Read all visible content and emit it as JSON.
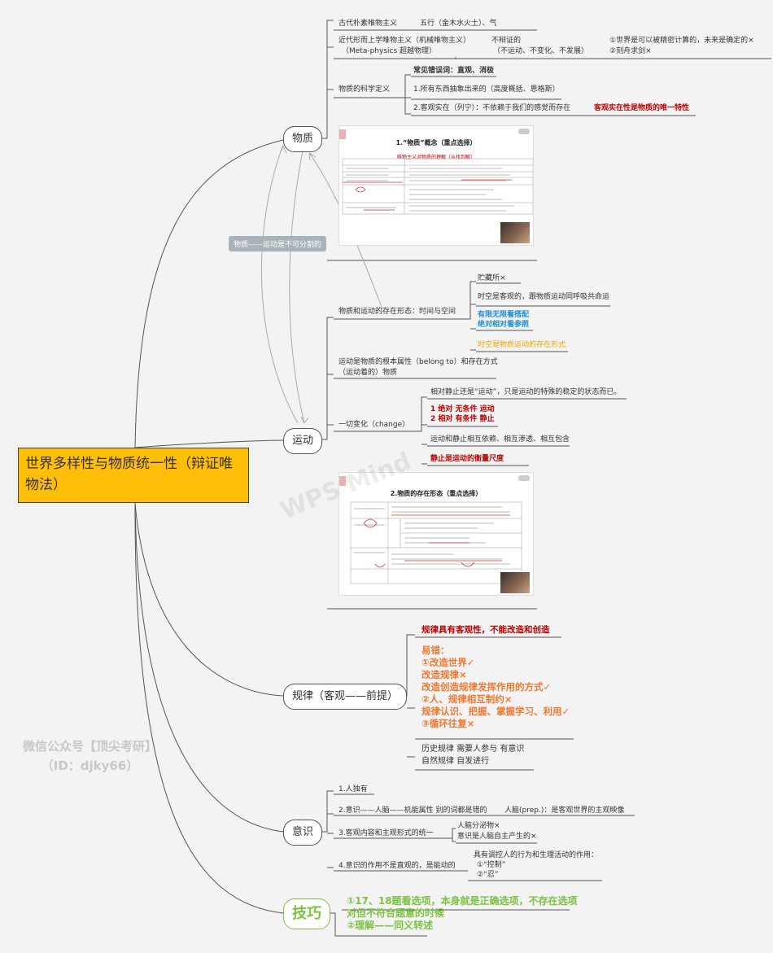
{
  "root": {
    "title": "世界多样性与物质统一性（辩证唯物法）"
  },
  "side_tag": "物质——运动是不可分割的",
  "watermark": {
    "line1": "微信公众号【顶尖考研】",
    "line2": "（ID：djky66）"
  },
  "wps_watermark": "WPS Mind",
  "branches": {
    "matter": {
      "label": "物质",
      "items": {
        "ancient": "古代朴素唯物主义",
        "ancient_note": "五行（金木水火土）、气",
        "modern": "近代形而上学唯物主义（机械唯物主义）",
        "modern_sub": "（Meta-physics 超越物理）",
        "modern_note1": "不辩证的",
        "modern_note2": "（不运动、不变化、不发展）",
        "modern_x1": "①世界是可以被精密计算的，未来是确定的×",
        "modern_x2": "②刻舟求剑×",
        "sci_def": "物质的科学定义",
        "err_words": "常见错误词：直观、消极",
        "def1": "1.所有东西抽象出来的（高度概括、恩格斯）",
        "def2": "2.客观实在（列宁）：不依赖于我们的感觉而存在",
        "def2_red": "客观实在性是物质的唯一特性"
      },
      "thumb": {
        "title": "1.“物质”概念（重点选择）",
        "subtitle": "唯物主义对物质的理解（从找到解）"
      }
    },
    "motion": {
      "label": "运动",
      "items": {
        "spacetime": "物质和运动的存在形态：时间与空间",
        "st1": "贮藏所×",
        "st2": "时空是客观的，跟物质运动同呼吸共命运",
        "st3a": "有限无限看搭配",
        "st3b": "绝对相对看参照",
        "st4": "时空是物质运动的存在形式",
        "attr": "运动是物质的根本属性（belong to）和存在方式",
        "attr_sub": "（运动着的）物质",
        "change": "一切变化（change）",
        "ch1": "相对静止还是“运动”，只是运动的特殊的稳定的状态而已。",
        "ch2a": "1 绝对  无条件  运动",
        "ch2b": "2 相对  有条件  静止",
        "ch3": "运动和静止相互依赖、相互渗透、相互包含",
        "ch4": "静止是运动的衡量尺度"
      },
      "thumb": {
        "title": "2.物质的存在形态（重点选择）"
      }
    },
    "law": {
      "label": "规律（客观——前提）",
      "items": {
        "l1": "规律具有客观性，不能改造和创造",
        "l2": "易错：",
        "l3": "①改造世界✓",
        "l4": "改造规律×",
        "l5": "改造创造规律发挥作用的方式✓",
        "l6": "②人、规律相互制约×",
        "l7": "规律认识、把握、掌握学习、利用✓",
        "l8": "③循环往复×",
        "l9": "历史规律  需要人参与  有意识",
        "l10": "自然规律  自发进行"
      }
    },
    "consciousness": {
      "label": "意识",
      "items": {
        "c1": "1.人独有",
        "c2": "2.意识——人脑——机能属性  别的词都是错的",
        "c2_note": "人脑(prep.)：是客观世界的主观映像",
        "c3": "3.客观内容和主观形式的统一",
        "c3_n1": "人脑分泌物×",
        "c3_n2": "意识是人脑自主产生的×",
        "c4": "4.意识的作用不是直观的，是能动的",
        "c4_n1": "具有调控人的行为和生理活动的作用：",
        "c4_n2": "①“控制”",
        "c4_n3": "②“忍”"
      }
    },
    "tips": {
      "label": "技巧",
      "items": {
        "t1": "①17、18题看选项，本身就是正确选项，不存在选项",
        "t2": "对但不符合题意的时候",
        "t3": "②理解——同义转述"
      }
    }
  }
}
